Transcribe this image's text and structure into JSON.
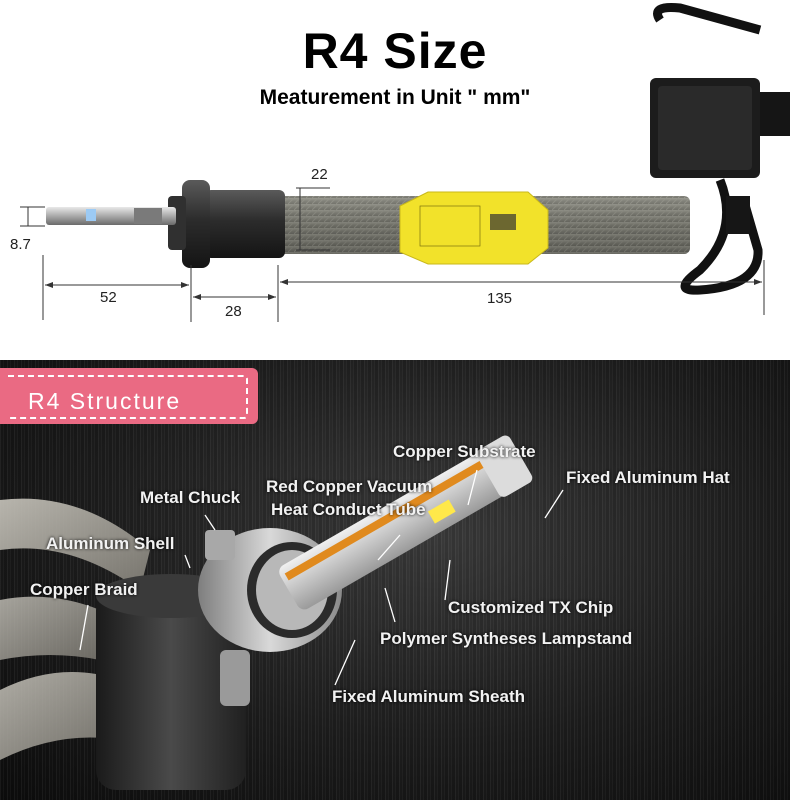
{
  "size_section": {
    "title": "R4 Size",
    "subtitle": "Meaturement in Unit \" mm\"",
    "dimensions": {
      "width_22": "22",
      "height_8_7": "8.7",
      "length_52": "52",
      "length_28": "28",
      "length_135": "135"
    }
  },
  "structure_section": {
    "label": "R4  Structure",
    "parts": {
      "copper_substrate": "Copper Substrate",
      "fixed_aluminum_hat": "Fixed Aluminum Hat",
      "metal_chuck": "Metal  Chuck",
      "red_copper_line1": "Red Copper Vacuum",
      "red_copper_line2": "Heat  Conduct Tube",
      "aluminum_shell": "Aluminum Shell",
      "copper_braid": "Copper Braid",
      "customized_tx_chip": "Customized TX Chip",
      "polymer_lampstand": "Polymer Syntheses  Lampstand",
      "fixed_aluminum_sheath": "Fixed Aluminum Sheath"
    }
  },
  "colors": {
    "label_pink": "#ea6a83",
    "warning_tag_yellow": "#f2e22a",
    "copper_tube": "#e08a1e"
  }
}
